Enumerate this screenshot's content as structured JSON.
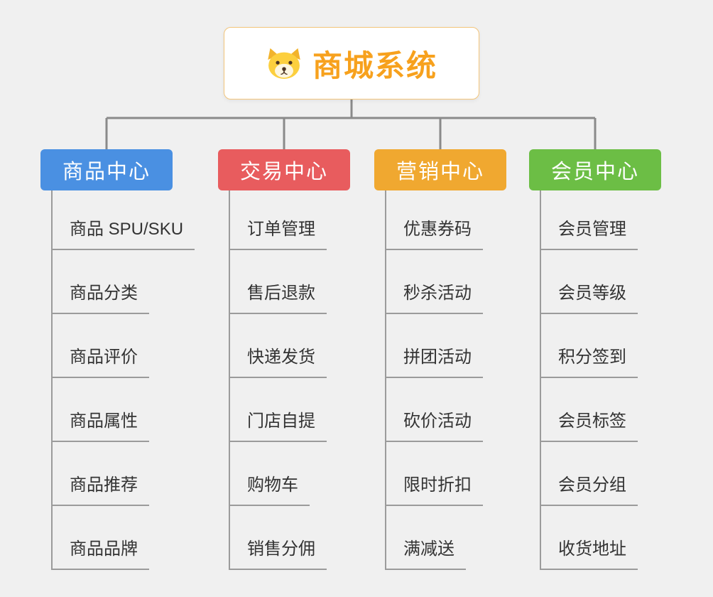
{
  "root": {
    "title": "商城系统",
    "icon": "dog-icon"
  },
  "colors": {
    "connector": "#8a8a8a",
    "root_accent": "#f7a11d"
  },
  "branches": [
    {
      "label": "商品中心",
      "color": "#4a90e2",
      "children": [
        "商品 SPU/SKU",
        "商品分类",
        "商品评价",
        "商品属性",
        "商品推荐",
        "商品品牌"
      ]
    },
    {
      "label": "交易中心",
      "color": "#e85c5e",
      "children": [
        "订单管理",
        "售后退款",
        "快递发货",
        "门店自提",
        "购物车",
        "销售分佣"
      ]
    },
    {
      "label": "营销中心",
      "color": "#f0a830",
      "children": [
        "优惠券码",
        "秒杀活动",
        "拼团活动",
        "砍价活动",
        "限时折扣",
        "满减送"
      ]
    },
    {
      "label": "会员中心",
      "color": "#6cbe45",
      "children": [
        "会员管理",
        "会员等级",
        "积分签到",
        "会员标签",
        "会员分组",
        "收货地址"
      ]
    }
  ]
}
